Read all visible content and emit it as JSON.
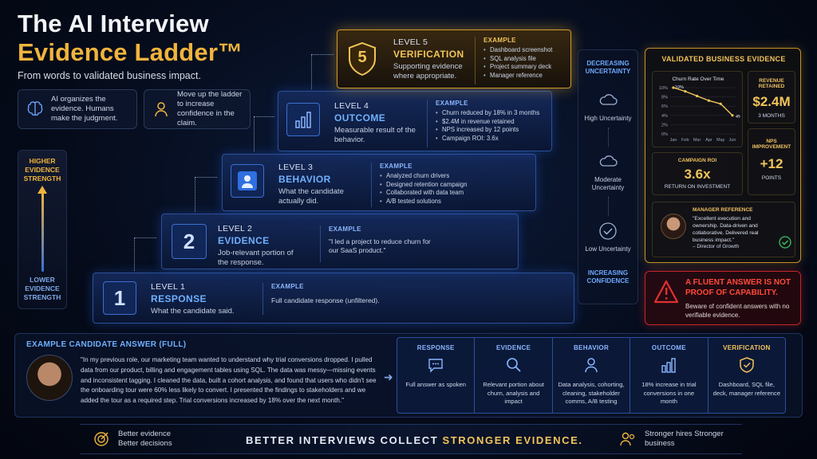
{
  "header": {
    "title_line1": "The AI Interview",
    "title_line2": "Evidence Ladder™",
    "subtitle": "From words to validated business impact."
  },
  "info_boxes": [
    {
      "icon": "brain-icon",
      "text": "AI organizes the evidence. Humans make the judgment."
    },
    {
      "icon": "person-climb-icon",
      "text": "Move up the ladder to increase confidence in the claim."
    }
  ],
  "strength_scale": {
    "top": "HIGHER EVIDENCE STRENGTH",
    "bottom": "LOWER EVIDENCE STRENGTH"
  },
  "levels": [
    {
      "number": "1",
      "level": "LEVEL 1",
      "name": "RESPONSE",
      "desc": "What the candidate said.",
      "example_head": "EXAMPLE",
      "example_text": "Full candidate response (unfiltered)."
    },
    {
      "number": "2",
      "level": "LEVEL 2",
      "name": "EVIDENCE",
      "desc": "Job-relevant portion of the response.",
      "example_head": "EXAMPLE",
      "example_text": "\"I led a project to reduce churn for our SaaS product.\""
    },
    {
      "level": "LEVEL 3",
      "name": "BEHAVIOR",
      "desc": "What the candidate actually did.",
      "example_head": "EXAMPLE",
      "example_items": [
        "Analyzed churn drivers",
        "Designed retention campaign",
        "Collaborated with data team",
        "A/B tested solutions"
      ]
    },
    {
      "level": "LEVEL 4",
      "name": "OUTCOME",
      "desc": "Measurable result of the behavior.",
      "example_head": "EXAMPLE",
      "example_items": [
        "Churn reduced by 18% in 3 months",
        "$2.4M in revenue retained",
        "NPS increased by 12 points",
        "Campaign ROI: 3.6x"
      ]
    },
    {
      "number": "5",
      "level": "LEVEL 5",
      "name": "VERIFICATION",
      "desc": "Supporting evidence where appropriate.",
      "example_head": "EXAMPLE",
      "example_items": [
        "Dashboard screenshot",
        "SQL analysis file",
        "Project summary deck",
        "Manager reference"
      ]
    }
  ],
  "uncertainty": {
    "top": "DECREASING UNCERTAINTY",
    "high": "High Uncertainty",
    "moderate": "Moderate Uncertainty",
    "low": "Low Uncertainty",
    "bottom": "INCREASING CONFIDENCE"
  },
  "validated": {
    "title": "VALIDATED BUSINESS EVIDENCE",
    "chart_title": "Churn Rate Over Time",
    "revenue_label": "REVENUE RETAINED",
    "revenue_value": "$2.4M",
    "revenue_sub": "3 MONTHS",
    "roi_label": "CAMPAIGN ROI",
    "roi_value": "3.6x",
    "roi_sub": "RETURN ON INVESTMENT",
    "nps_label": "NPS IMPROVEMENT",
    "nps_value": "+12",
    "nps_sub": "POINTS",
    "ref_head": "MANAGER REFERENCE",
    "ref_quote": "\"Excellent execution and ownership. Data-driven and collaborative. Delivered real business impact.\"",
    "ref_author": "– Director of Growth"
  },
  "chart_data": {
    "type": "line",
    "title": "Churn Rate Over Time",
    "categories": [
      "Jan",
      "Feb",
      "Mar",
      "Apr",
      "May",
      "Jun"
    ],
    "values": [
      10,
      9.2,
      8.2,
      7.2,
      6.5,
      4
    ],
    "point_labels": [
      "10%",
      "",
      "",
      "",
      "",
      "4%"
    ],
    "yticks": [
      "0%",
      "2%",
      "4%",
      "6%",
      "8%",
      "10%"
    ],
    "ylim": [
      0,
      10
    ]
  },
  "warning": {
    "title": "A FLUENT ANSWER IS NOT PROOF OF CAPABILITY.",
    "text": "Beware of confident answers with no verifiable evidence."
  },
  "example_answer": {
    "title": "EXAMPLE CANDIDATE ANSWER (FULL)",
    "quote": "\"In my previous role, our marketing team wanted to understand why trial conversions dropped. I pulled data from our product, billing and engagement tables using SQL. The data was messy—missing events and inconsistent tagging. I cleaned the data, built a cohort analysis, and found that users who didn't see the onboarding tour were 60% less likely to convert. I presented the findings to stakeholders and we added the tour as a required step. Trial conversions increased by 18% over the next month.\"",
    "mapping": [
      {
        "head": "RESPONSE",
        "icon": "chat-icon",
        "text": "Full answer as spoken"
      },
      {
        "head": "EVIDENCE",
        "icon": "magnifier-icon",
        "text": "Relevant portion about churn, analysis and impact"
      },
      {
        "head": "BEHAVIOR",
        "icon": "person-icon",
        "text": "Data analysis, cohorting, cleaning, stakeholder comms, A/B testing"
      },
      {
        "head": "OUTCOME",
        "icon": "bar-chart-icon",
        "text": "18% increase in trial conversions in one month"
      },
      {
        "head": "VERIFICATION",
        "icon": "shield-check-icon",
        "text": "Dashboard, SQL file, deck, manager reference"
      }
    ]
  },
  "footer": {
    "left": "Better evidence Better decisions",
    "tag_white": "BETTER INTERVIEWS COLLECT ",
    "tag_gold": "STRONGER EVIDENCE.",
    "right": "Stronger hires Stronger business"
  },
  "colors": {
    "accent_blue": "#6fb0ff",
    "accent_gold": "#f2c45a",
    "warning_red": "#e03030"
  }
}
